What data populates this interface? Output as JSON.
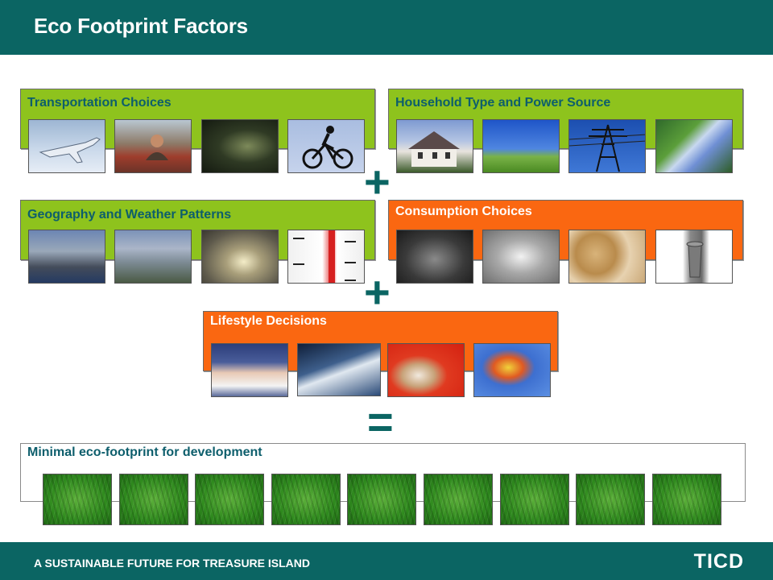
{
  "header": {
    "title": "Eco Footprint Factors"
  },
  "footer": {
    "tagline": "A SUSTAINABLE FUTURE FOR TREASURE ISLAND",
    "logo": "TICD"
  },
  "operators": {
    "plus_1": "+",
    "plus_2": "+",
    "equals": "="
  },
  "panels": {
    "transportation": {
      "title": "Transportation Choices"
    },
    "household": {
      "title": "Household Type and Power Source"
    },
    "geography": {
      "title": "Geography and Weather Patterns"
    },
    "consumption": {
      "title": "Consumption Choices"
    },
    "lifestyle": {
      "title": "Lifestyle Decisions"
    },
    "minimal": {
      "title": "Minimal eco-footprint for development"
    }
  },
  "colors": {
    "teal_bar": "#0b6563",
    "green_panel": "#8ec31d",
    "orange_panel": "#fa6711",
    "title_teal": "#0d5e6c"
  }
}
